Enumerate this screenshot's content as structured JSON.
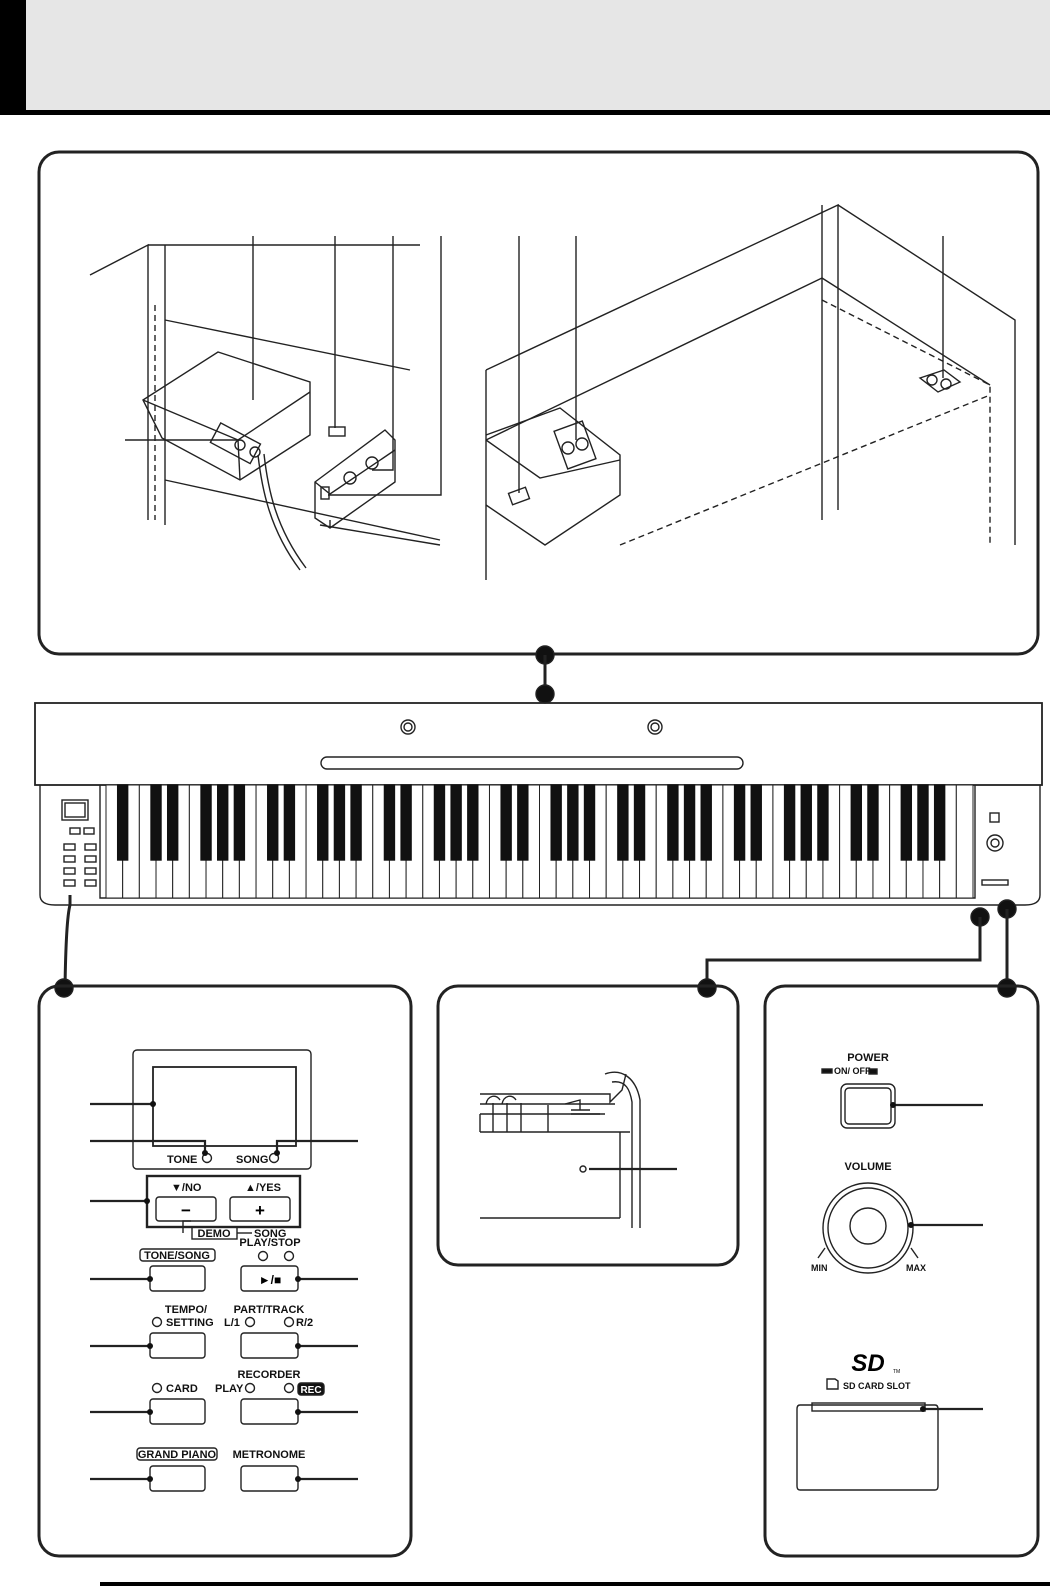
{
  "console": {
    "tone_led": "TONE",
    "song_led": "SONG",
    "no_button": "▼/NO",
    "yes_button": "▲/YES",
    "minus_glyph": "−",
    "plus_glyph": "+",
    "demo_label": "DEMO",
    "song_label": "SONG",
    "tone_song_button": "TONE/SONG",
    "play_stop_label": "PLAY/STOP",
    "play_stop_glyph": "►/■",
    "tempo_label": "TEMPO/",
    "setting_label": "SETTING",
    "part_track_label": "PART/TRACK",
    "l1_label": "L/1",
    "r2_label": "R/2",
    "card_label": "CARD",
    "recorder_label": "RECORDER",
    "play_label": "PLAY",
    "rec_label": "REC",
    "grand_piano_button": "GRAND PIANO",
    "metronome_button": "METRONOME"
  },
  "right_panel": {
    "power_label": "POWER",
    "power_states": "ON/ OFF",
    "volume_label": "VOLUME",
    "min_label": "MIN",
    "max_label": "MAX",
    "sd_logo": "SD",
    "tm": "TM",
    "sd_slot_label": "SD CARD SLOT"
  }
}
